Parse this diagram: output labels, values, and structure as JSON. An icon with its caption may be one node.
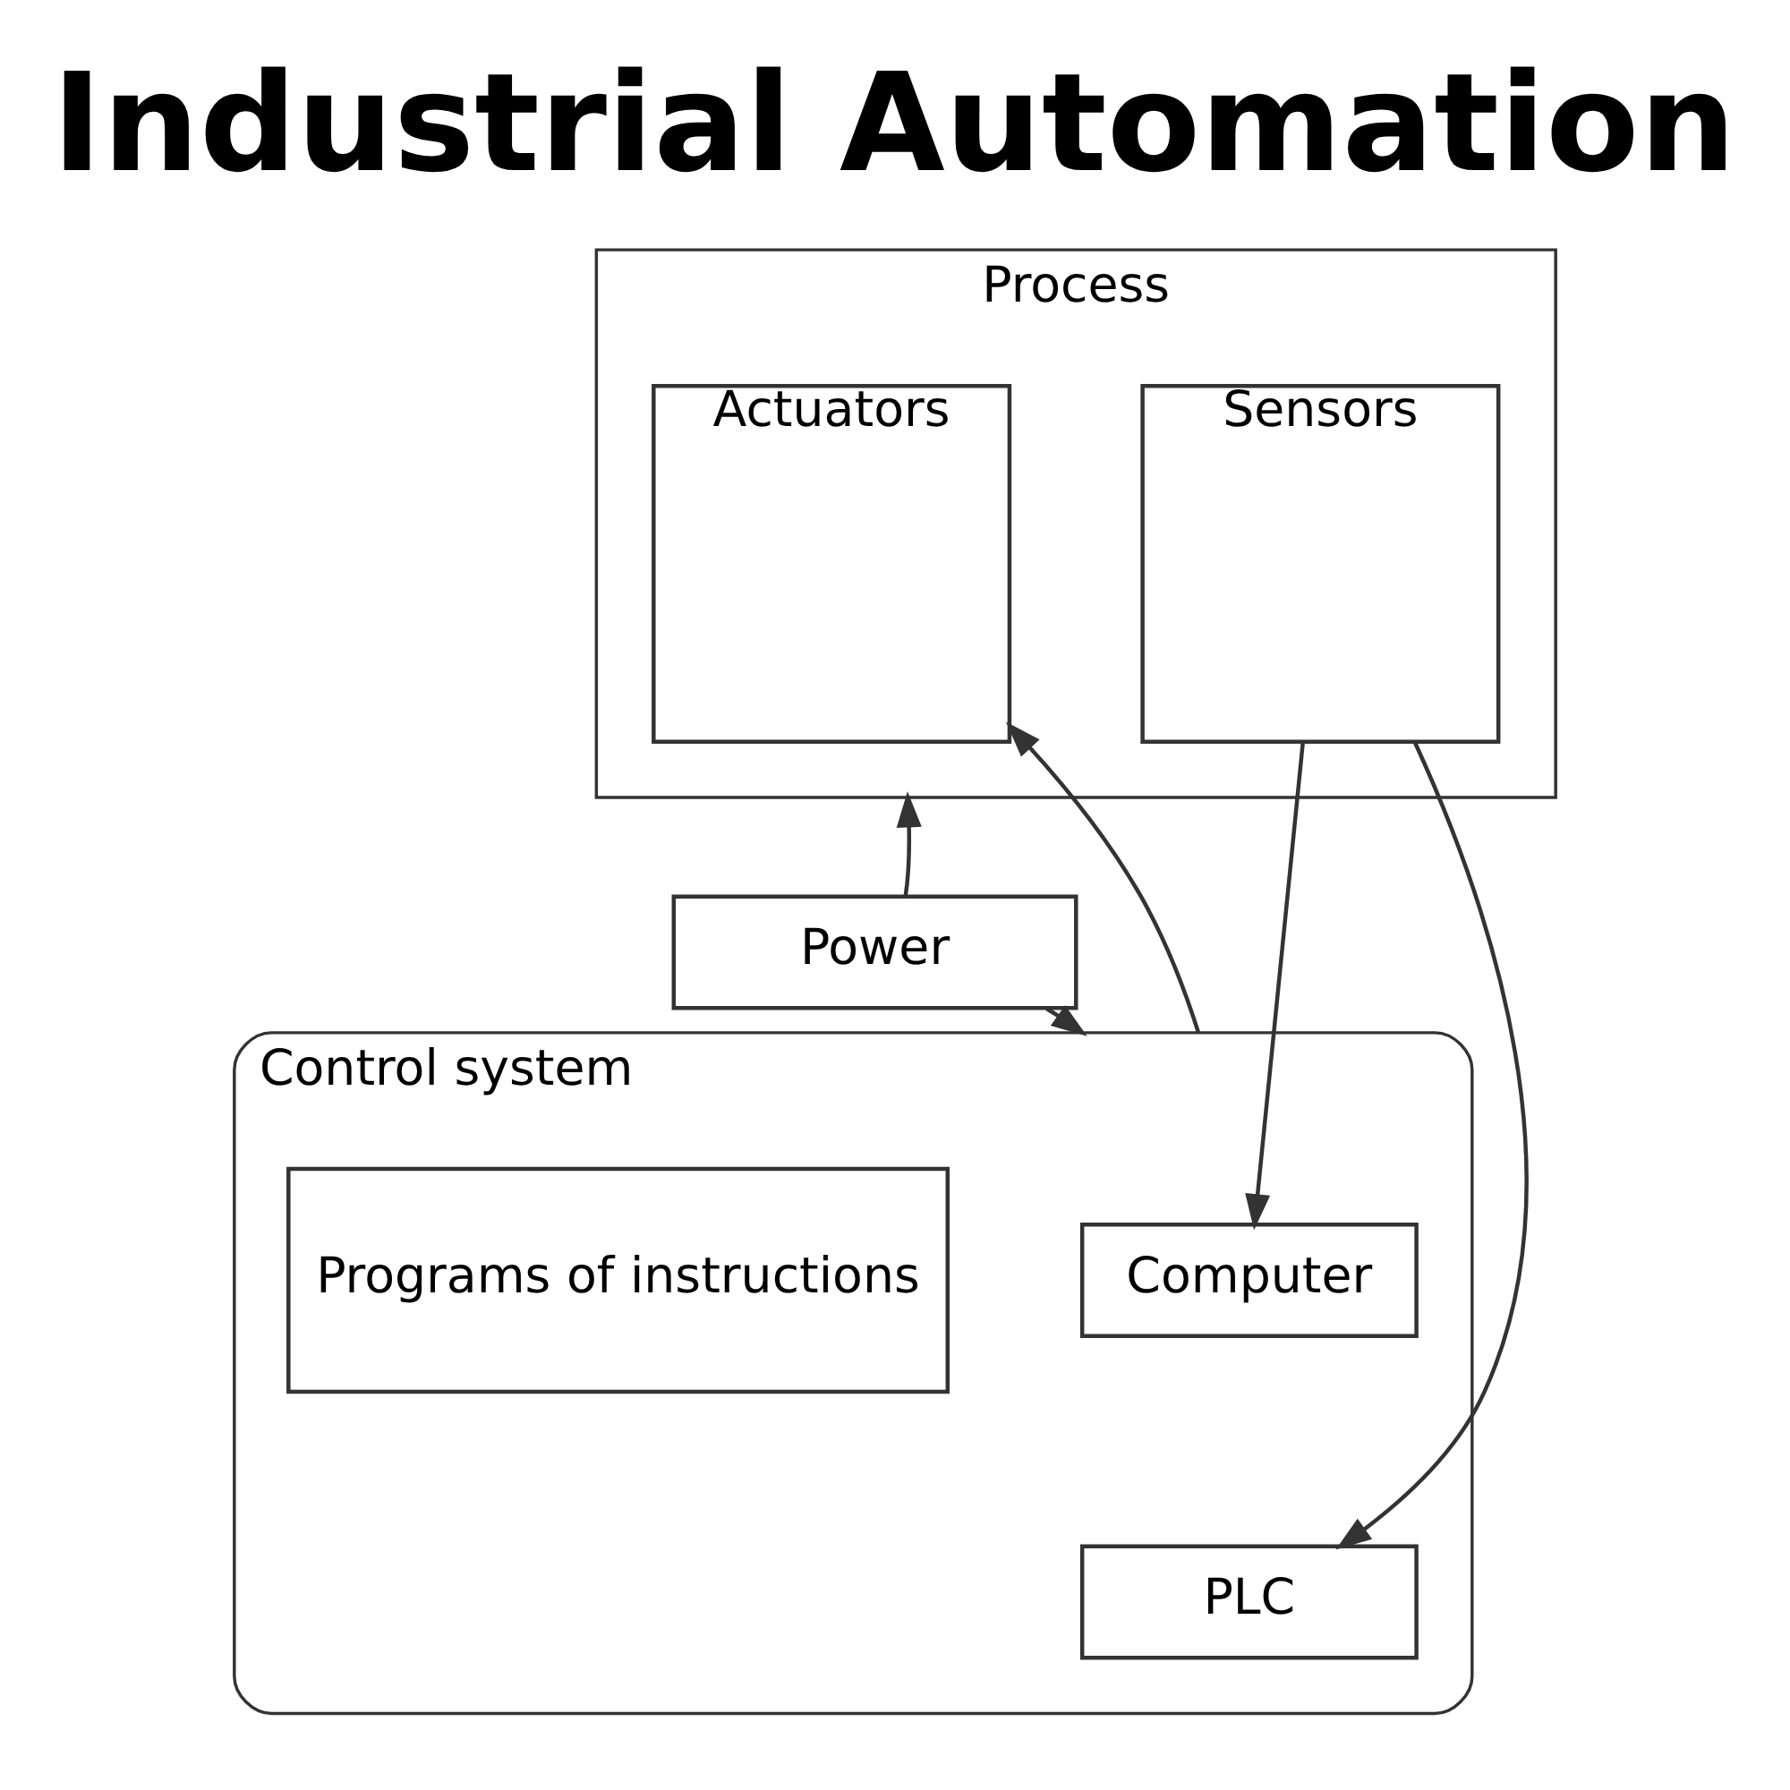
{
  "diagram": {
    "title": "Industrial Automation",
    "nodes": [
      {
        "text": [
          "Process"
        ]
      },
      {
        "text": [
          "Actuators"
        ],
        "in": 0
      },
      {
        "text": [
          "Sensors"
        ],
        "in": 0
      },
      {
        "text": [
          "Power"
        ]
      },
      {
        "text": [
          "Control system"
        ]
      },
      {
        "text": [
          "Computer"
        ],
        "in": 4
      },
      {
        "text": [
          "Programs of instructions"
        ],
        "in": 4
      },
      {
        "text": [
          "PLC"
        ],
        "in": 4
      }
    ],
    "edges": [
      {
        "from": 3,
        "to": 0,
        "arrow": "to"
      },
      {
        "from": 3,
        "to": 4,
        "arrow": "to"
      },
      {
        "from": 4,
        "to": 1,
        "arrow": "to"
      },
      {
        "from": 2,
        "to": 5,
        "arrow": "to"
      },
      {
        "from": 2,
        "to": 7,
        "arrow": "to"
      }
    ]
  }
}
